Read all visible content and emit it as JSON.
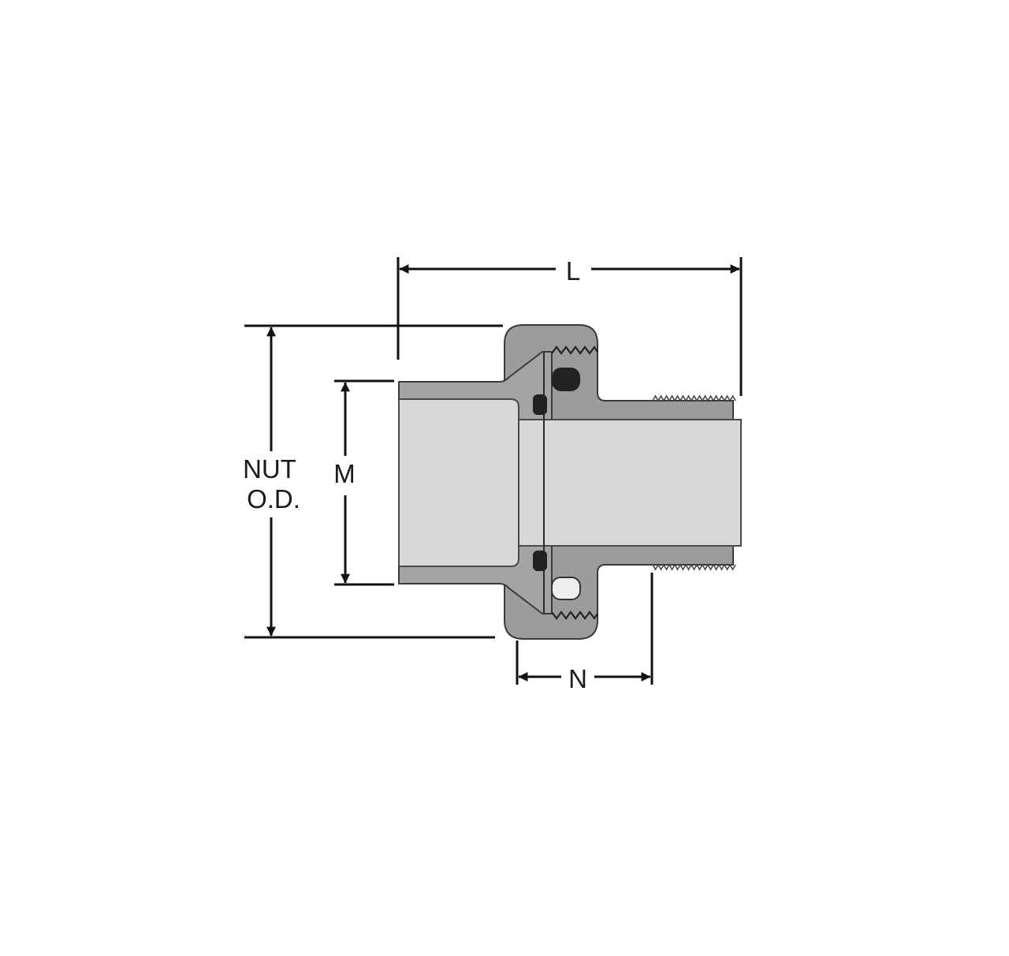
{
  "diagram": {
    "labels": {
      "length": "L",
      "nut_od_line1": "NUT",
      "nut_od_line2": "O.D.",
      "socket": "M",
      "nut_width": "N"
    },
    "colors": {
      "background": "#ffffff",
      "dimension_line": "#111111",
      "body_fill": "#9c9c9c",
      "body_stroke": "#3a3a3a",
      "bore_fill": "#d8d8d8",
      "oring_fill": "#222222",
      "seal_fill": "#eeeeee"
    }
  }
}
